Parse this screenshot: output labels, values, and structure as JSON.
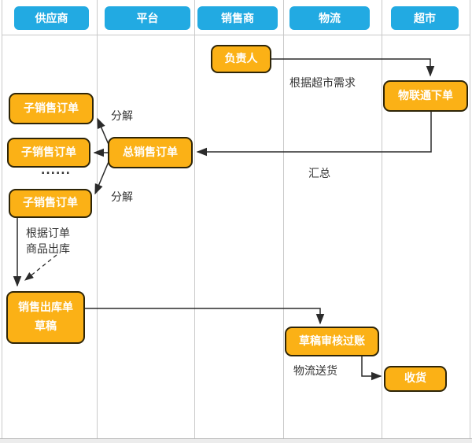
{
  "header_lanes": [
    {
      "label": "供应商"
    },
    {
      "label": "平台"
    },
    {
      "label": "销售商"
    },
    {
      "label": "物流"
    },
    {
      "label": "超市"
    }
  ],
  "nodes": {
    "leader": {
      "label": "负责人"
    },
    "iot_order": {
      "label": "物联通下单"
    },
    "sub_order_1": {
      "label": "子销售订单"
    },
    "sub_order_2": {
      "label": "子销售订单"
    },
    "sub_order_3": {
      "label": "子销售订单"
    },
    "total_order": {
      "label": "总销售订单"
    },
    "outbound_draft": {
      "line1": "销售出库单",
      "line2": "草稿"
    },
    "draft_posting": {
      "label": "草稿审核过账"
    },
    "receive": {
      "label": "收货"
    }
  },
  "annotations": {
    "per_supermarket_demand": "根据超市需求",
    "summarize": "汇总",
    "decompose_1": "分解",
    "decompose_2": "分解",
    "ellipsis": "......",
    "per_order": "根据订单",
    "goods_outbound": "商品出库",
    "logistics_delivery": "物流送货"
  },
  "colors": {
    "lane_header_bg": "#22AAE2",
    "node_fill": "#FBB116",
    "node_border": "#2E2508",
    "line_color": "#2B2B2B",
    "grid_line": "#C9C9C9"
  }
}
